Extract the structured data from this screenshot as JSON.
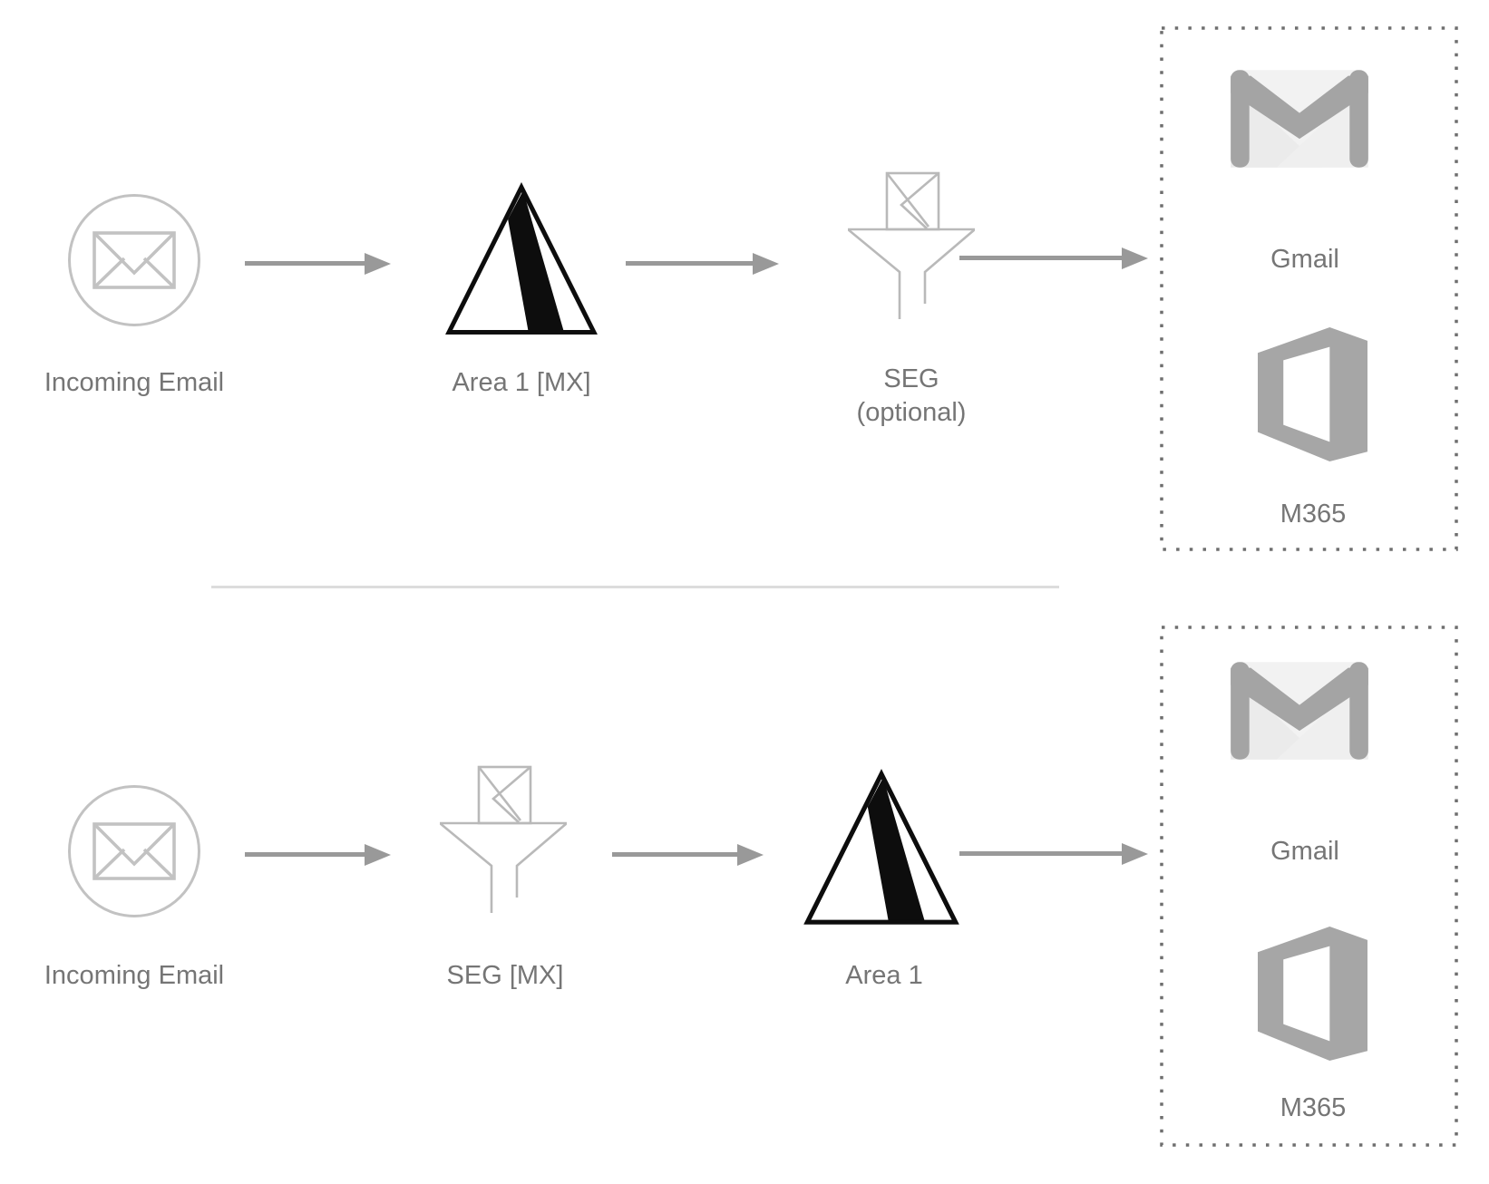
{
  "diagram_type": "email-routing-flow",
  "colors": {
    "background": "#ffffff",
    "label_text": "#757575",
    "arrow": "#999999",
    "divider": "#dcdcdc",
    "dotted_border": "#6f6f6f",
    "mail_circle_stroke": "#c2c2c2",
    "funnel_stroke": "#b9b9b9",
    "area1_logo": "#0d0d0d",
    "gmail_gray": "#a4a4a4",
    "gmail_body": "#f2f2f2",
    "m365_gray": "#a6a6a6"
  },
  "rows": [
    {
      "id": "row-1",
      "source": {
        "label": "Incoming Email",
        "icon": "incoming-email-icon"
      },
      "steps": [
        {
          "label": "Area 1 [MX]",
          "icon": "area1-logo"
        },
        {
          "label": "SEG",
          "sublabel": "(optional)",
          "icon": "seg-funnel-icon"
        }
      ],
      "destinations": [
        {
          "label": "Gmail",
          "icon": "gmail-icon"
        },
        {
          "label": "M365",
          "icon": "m365-icon"
        }
      ]
    },
    {
      "id": "row-2",
      "source": {
        "label": "Incoming Email",
        "icon": "incoming-email-icon"
      },
      "steps": [
        {
          "label": "SEG [MX]",
          "icon": "seg-funnel-icon"
        },
        {
          "label": "Area 1",
          "icon": "area1-logo"
        }
      ],
      "destinations": [
        {
          "label": "Gmail",
          "icon": "gmail-icon"
        },
        {
          "label": "M365",
          "icon": "m365-icon"
        }
      ]
    }
  ]
}
